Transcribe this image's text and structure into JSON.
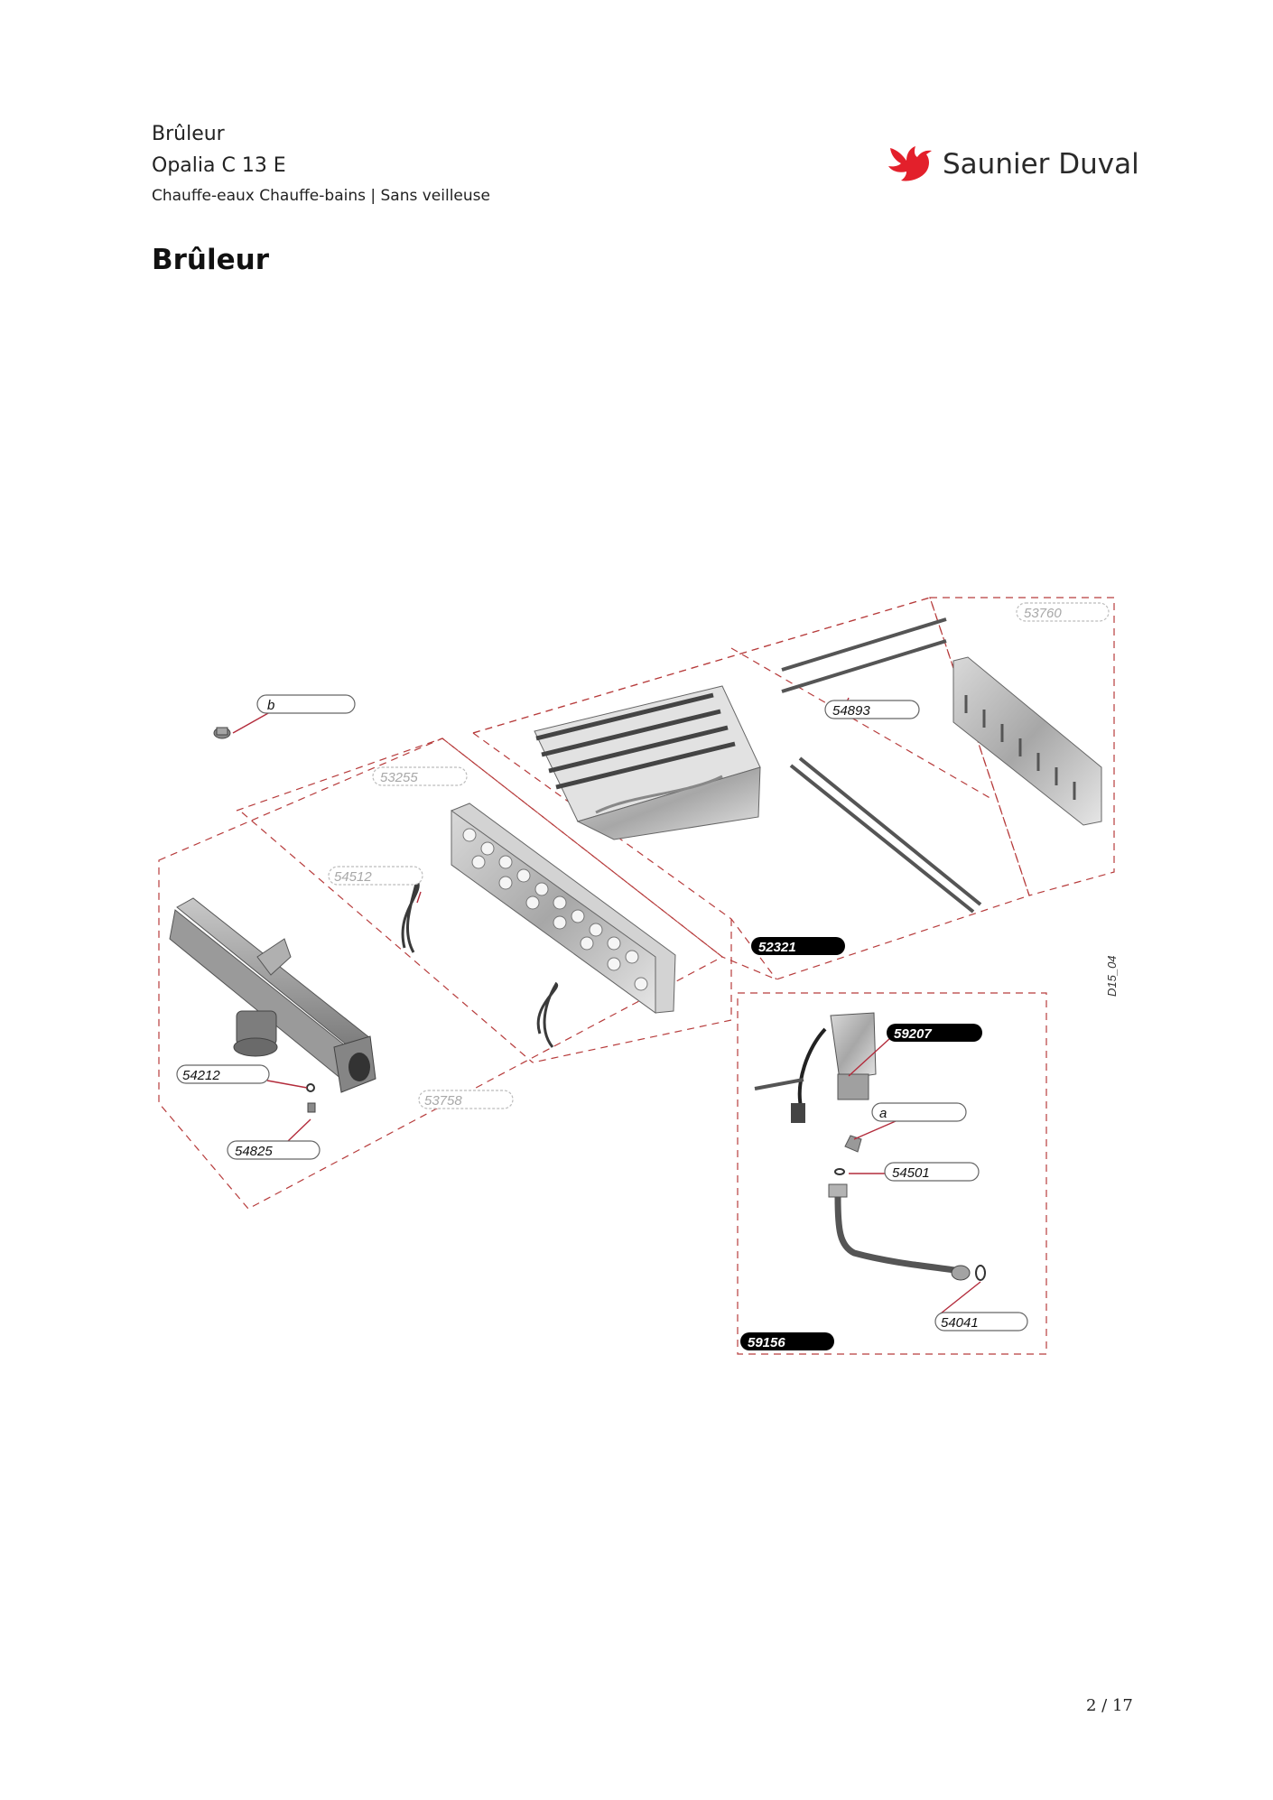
{
  "header": {
    "title": "Brûleur",
    "model": "Opalia C 13 E",
    "subtitle": "Chauffe-eaux Chauffe-bains | Sans veilleuse"
  },
  "brand": {
    "name": "Saunier Duval",
    "color": "#e3202b",
    "icon": "bird-logo-icon"
  },
  "page_heading": "Brûleur",
  "diagram": {
    "drawing_code": "D15_04",
    "parts": [
      {
        "ref": "b",
        "style": "outline"
      },
      {
        "ref": "53760",
        "style": "ghost"
      },
      {
        "ref": "54893",
        "style": "outline"
      },
      {
        "ref": "53255",
        "style": "ghost"
      },
      {
        "ref": "54512",
        "style": "ghost"
      },
      {
        "ref": "52321",
        "style": "filled"
      },
      {
        "ref": "59207",
        "style": "filled"
      },
      {
        "ref": "54212",
        "style": "outline"
      },
      {
        "ref": "53758",
        "style": "ghost"
      },
      {
        "ref": "a",
        "style": "outline"
      },
      {
        "ref": "54825",
        "style": "outline"
      },
      {
        "ref": "54501",
        "style": "outline"
      },
      {
        "ref": "54041",
        "style": "outline"
      },
      {
        "ref": "59156",
        "style": "filled"
      }
    ]
  },
  "footer": {
    "page_number": "2 / 17"
  }
}
